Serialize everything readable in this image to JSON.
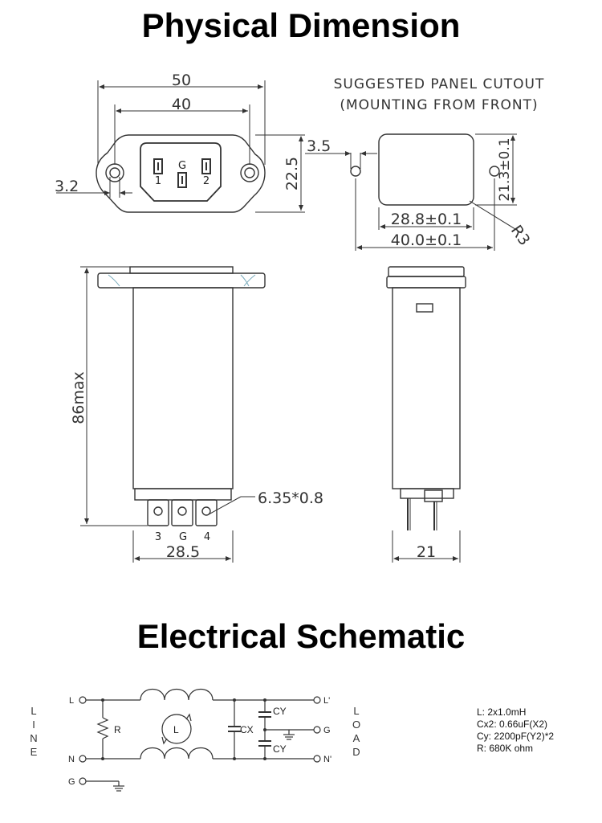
{
  "titles": {
    "physical": "Physical Dimension",
    "electrical": "Electrical Schematic"
  },
  "front_view": {
    "dim_outer_width": "50",
    "dim_hole_spacing": "40",
    "dim_height": "22.5",
    "dim_hole": "3.2",
    "pin_g": "G",
    "pin_1": "1",
    "pin_2": "2"
  },
  "cutout": {
    "title_line1": "SUGGESTED PANEL CUTOUT",
    "title_line2": "(MOUNTING FROM FRONT)",
    "dim_hole_dia": "3.5",
    "dim_height": "21.3±0.1",
    "dim_width": "28.8±0.1",
    "dim_hole_spacing": "40.0±0.1",
    "dim_radius": "R3"
  },
  "side_view": {
    "dim_length": "86max",
    "dim_terminal": "6.35*0.8",
    "dim_width": "28.5",
    "pin_3": "3",
    "pin_g": "G",
    "pin_4": "4"
  },
  "end_view": {
    "dim_depth": "21"
  },
  "schematic": {
    "line_letters": [
      "L",
      "I",
      "N",
      "E"
    ],
    "load_letters": [
      "L",
      "O",
      "A",
      "D"
    ],
    "node_l": "L",
    "node_n": "N",
    "node_g": "G",
    "node_l_out": "L'",
    "node_g_out": "G",
    "node_n_out": "N'",
    "label_r": "R",
    "label_l": "L",
    "label_cx": "CX",
    "label_cy_top": "CY",
    "label_cy_bottom": "CY"
  },
  "specs": [
    "L: 2x1.0mH",
    "Cx2: 0.66uF(X2)",
    "Cy: 2200pF(Y2)*2",
    "R: 680K ohm"
  ]
}
